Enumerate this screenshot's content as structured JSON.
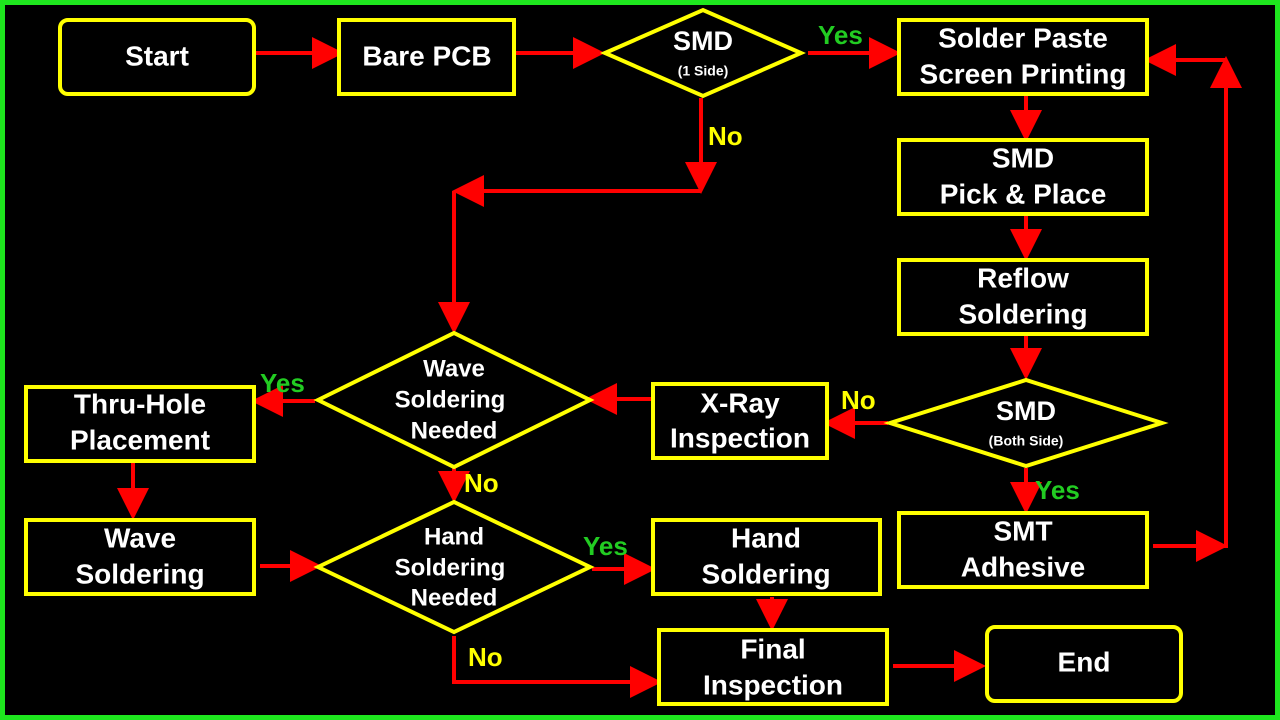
{
  "colors": {
    "frame": "#1ee61e",
    "node_border": "#ffff00",
    "arrow": "#ff0000",
    "yes": "#22cc22",
    "no": "#ffff00"
  },
  "nodes": {
    "start": {
      "label": "Start"
    },
    "bare_pcb": {
      "label": "Bare PCB"
    },
    "smd_one_side": {
      "title": "SMD",
      "sub": "(1 Side)"
    },
    "solder_paste": {
      "line1": "Solder Paste",
      "line2": "Screen Printing"
    },
    "smd_pick_place": {
      "line1": "SMD",
      "line2": "Pick & Place"
    },
    "reflow": {
      "line1": "Reflow",
      "line2": "Soldering"
    },
    "smd_both_side": {
      "title": "SMD",
      "sub": "(Both Side)"
    },
    "smt_adhesive": {
      "line1": "SMT",
      "line2": "Adhesive"
    },
    "xray": {
      "line1": "X-Ray",
      "line2": "Inspection"
    },
    "wave_needed": {
      "line1": "Wave",
      "line2": "Soldering",
      "line3": "Needed"
    },
    "thru_hole": {
      "line1": "Thru-Hole",
      "line2": "Placement"
    },
    "wave_soldering": {
      "line1": "Wave",
      "line2": "Soldering"
    },
    "hand_needed": {
      "line1": "Hand",
      "line2": "Soldering",
      "line3": "Needed"
    },
    "hand_soldering": {
      "line1": "Hand",
      "line2": "Soldering"
    },
    "final_inspection": {
      "line1": "Final",
      "line2": "Inspection"
    },
    "end": {
      "label": "End"
    }
  },
  "edge_labels": {
    "smd1_yes": "Yes",
    "smd1_no": "No",
    "both_no": "No",
    "both_yes": "Yes",
    "wave_yes": "Yes",
    "wave_no": "No",
    "hand_yes": "Yes",
    "hand_no": "No"
  }
}
